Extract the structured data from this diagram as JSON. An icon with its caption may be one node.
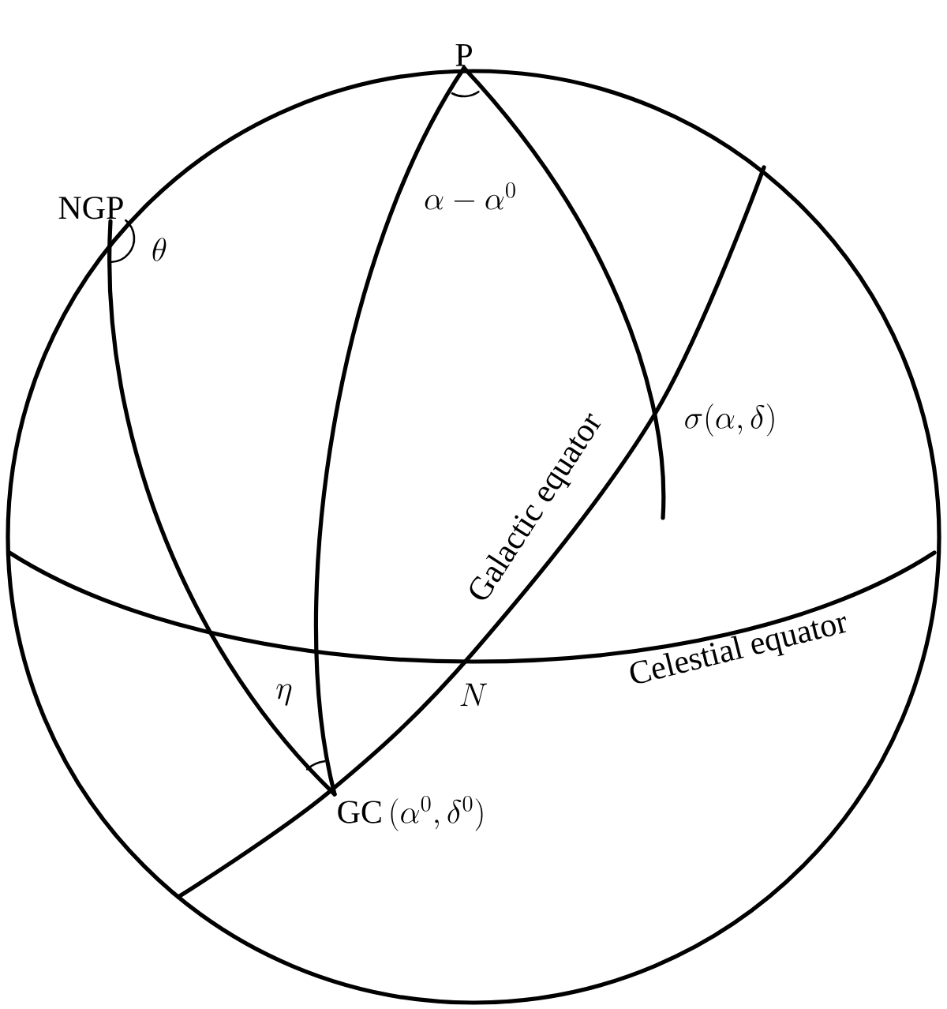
{
  "diagram": {
    "nodes": [
      {
        "text": [
          "\\mathrm{P}"
        ]
      },
      {
        "text": [
          "\\mathrm{NGP}"
        ]
      },
      {
        "text": [
          "\\sigma(\\alpha,\\delta)"
        ]
      },
      {
        "text": [
          "\\mathrm{GC}\\,(\\alpha^0,\\delta^0)"
        ]
      }
    ],
    "edges": [
      {
        "from": 0,
        "to": 3,
        "arrow": "none"
      },
      {
        "from": 0,
        "to": null,
        "arrow": "none"
      },
      {
        "from": 1,
        "to": 3,
        "arrow": "none"
      }
    ],
    "labels": [
      "\\alpha-\\alpha^0",
      "\\theta",
      "Galactic equator",
      "Celestial equator",
      "N",
      "\\eta"
    ]
  }
}
